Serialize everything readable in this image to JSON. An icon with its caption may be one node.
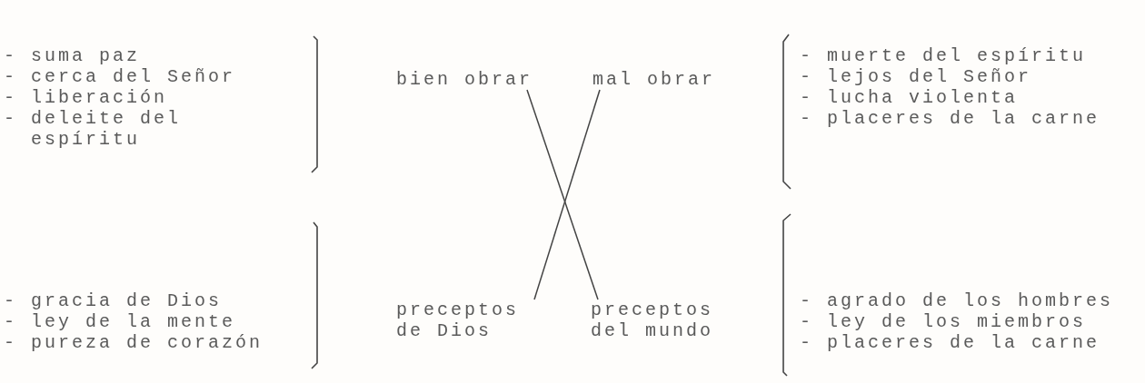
{
  "diagram": {
    "nodes": [
      {
        "text": [
          "bien obrar"
        ]
      },
      {
        "text": [
          "mal obrar"
        ]
      },
      {
        "text": [
          "preceptos de Dios"
        ]
      },
      {
        "text": [
          "preceptos del mundo"
        ]
      }
    ],
    "edges": [
      {
        "from": 0,
        "to": 3,
        "arrow": "none"
      },
      {
        "from": 1,
        "to": 2,
        "arrow": "none"
      }
    ],
    "labels": [
      "- suma paz",
      "- cerca del Señor",
      "- liberación",
      "- deleite del espíritu",
      "- muerte del espíritu",
      "- lejos del Señor",
      "- lucha violenta",
      "- placeres de la carne",
      "- gracia de Dios",
      "- ley de la mente",
      "- pureza de corazón",
      "- agrado de los hombres",
      "- ley de los miembros",
      "- placeres de la carne"
    ]
  }
}
